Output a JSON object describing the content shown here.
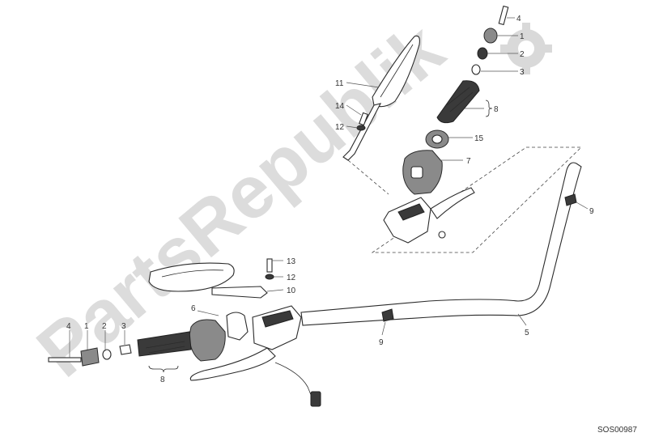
{
  "watermark": {
    "text": "PartsRepublik"
  },
  "drawing_code": "SOS00987",
  "callouts": {
    "upper_4": "4",
    "upper_1": "1",
    "upper_2": "2",
    "upper_3": "3",
    "upper_8": "8",
    "upper_15": "15",
    "upper_7": "7",
    "label_11": "11",
    "label_14": "14",
    "label_12": "12",
    "label_9_right": "9",
    "label_13": "13",
    "label_12b": "12",
    "label_10": "10",
    "label_6": "6",
    "label_5": "5",
    "label_9_mid": "9",
    "lower_4": "4",
    "lower_1": "1",
    "lower_2": "2",
    "lower_3": "3",
    "lower_8": "8"
  }
}
